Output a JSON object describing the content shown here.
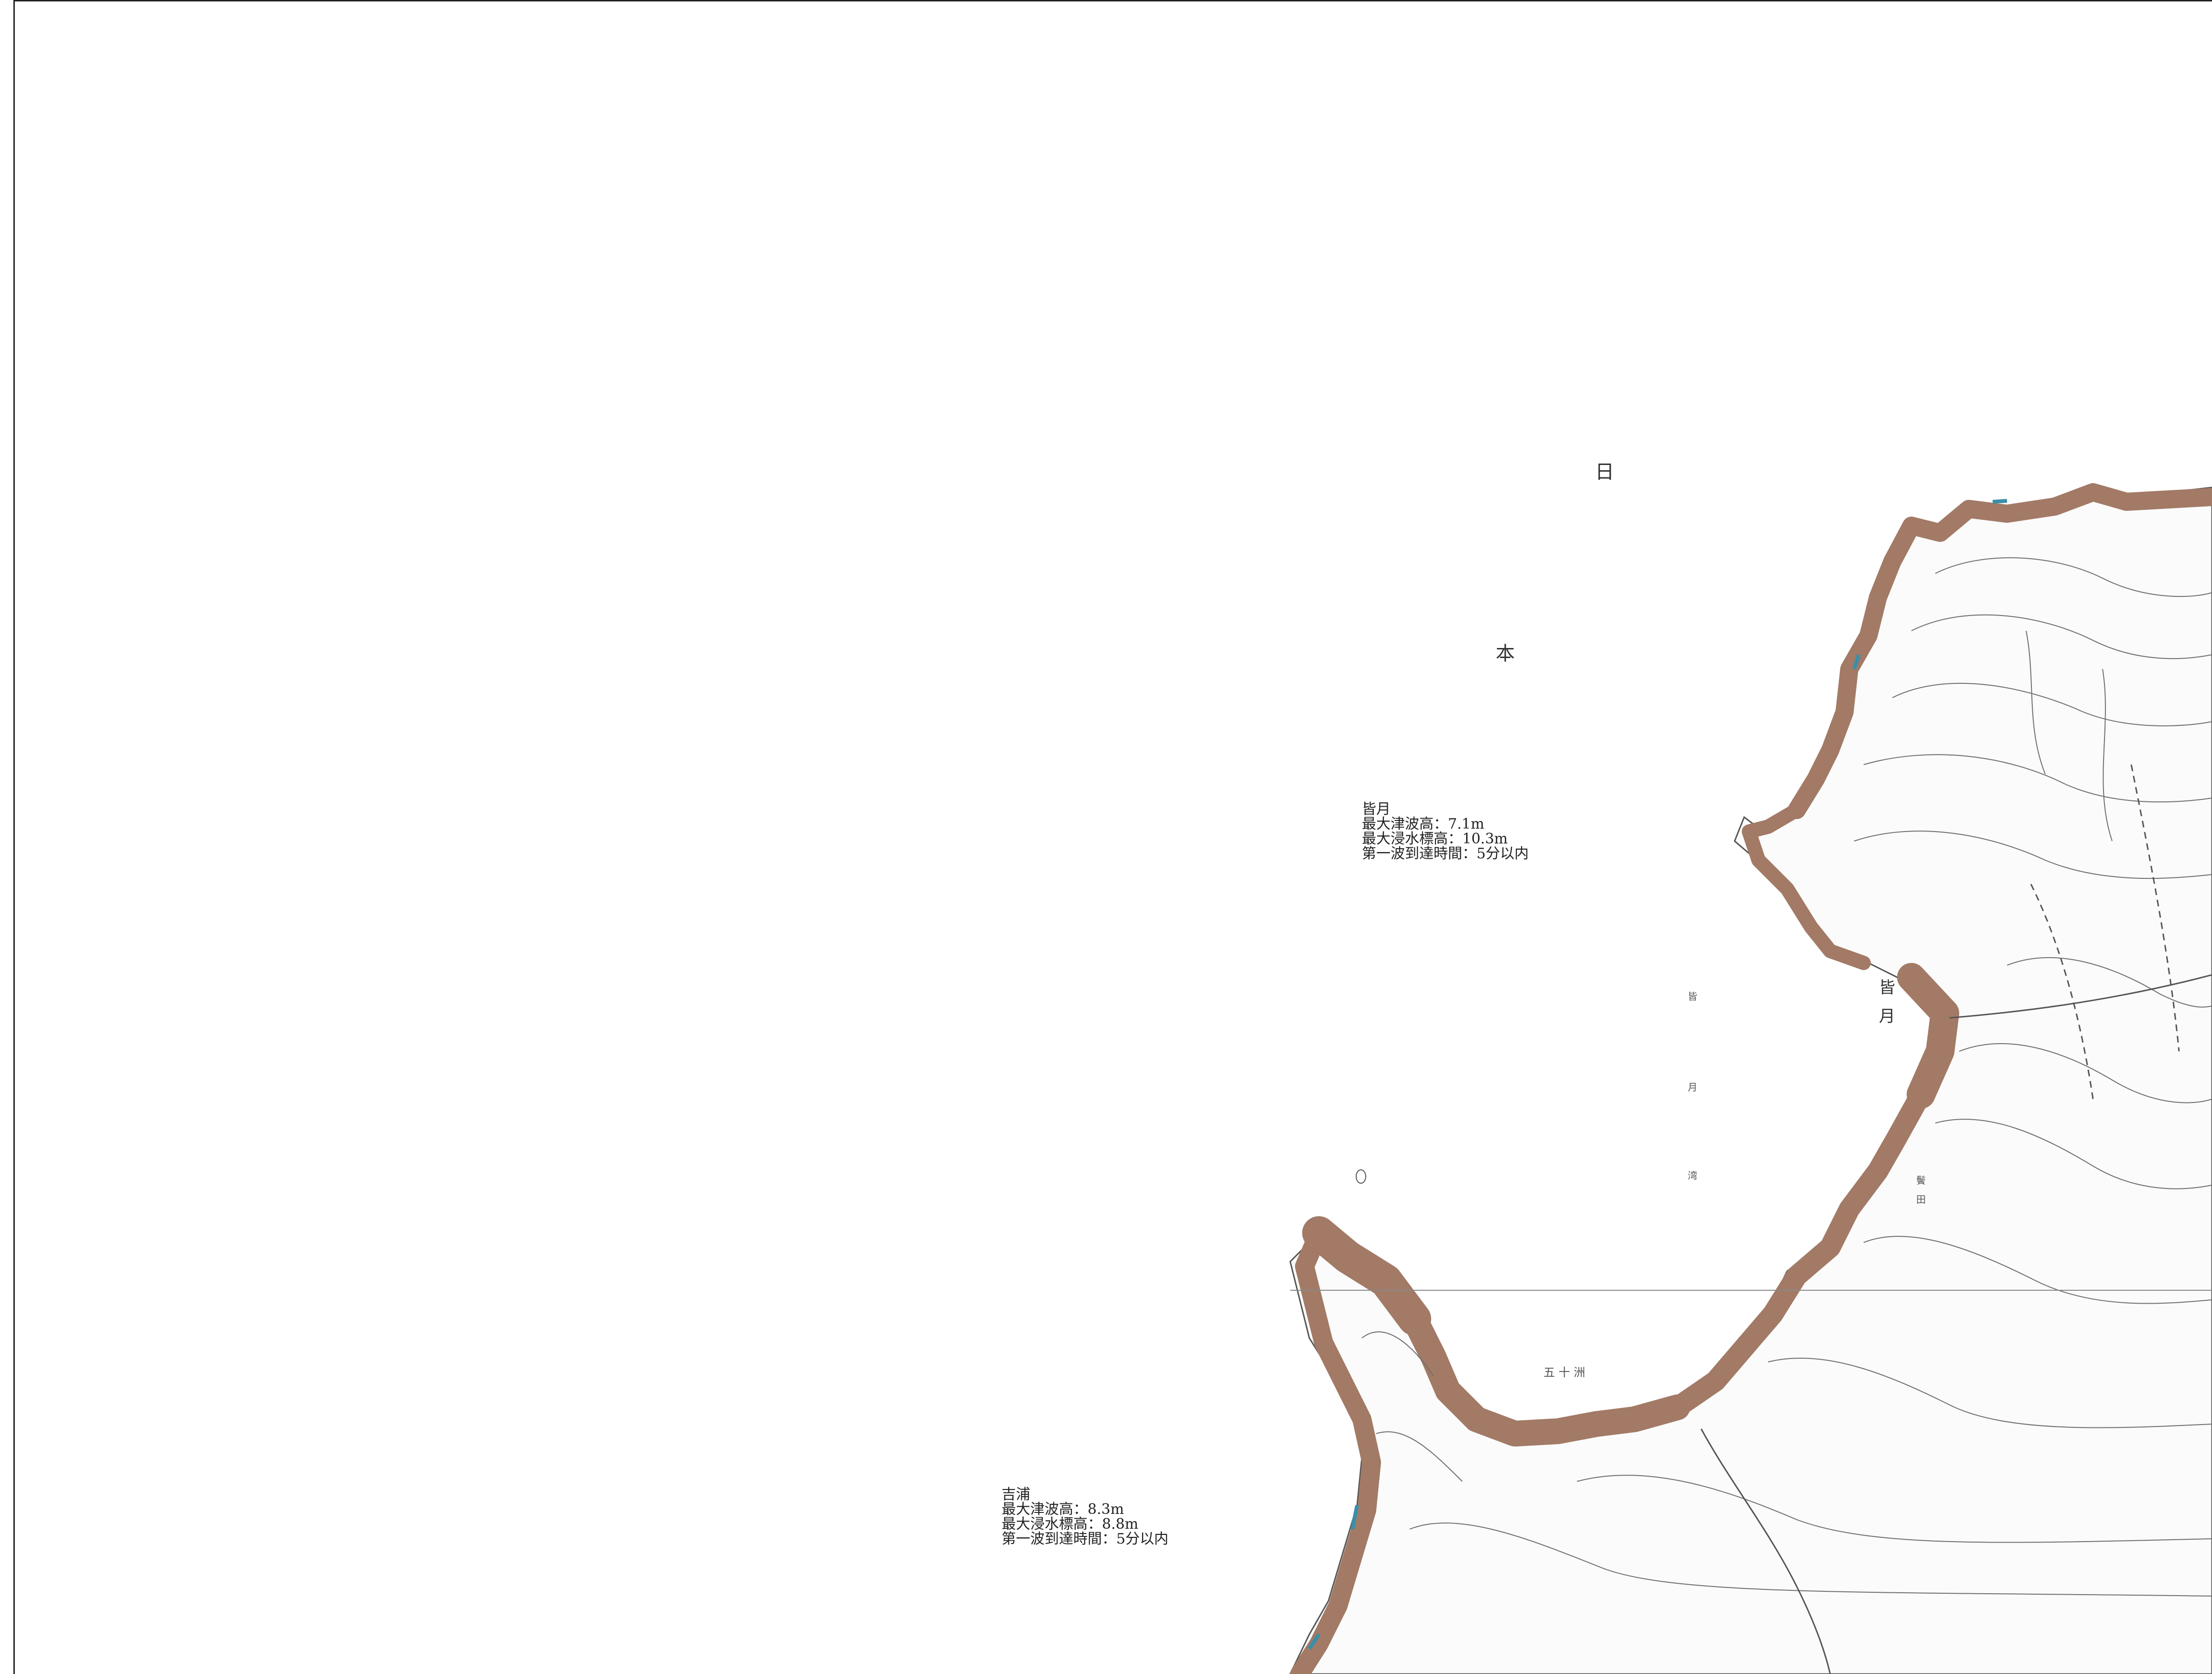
{
  "sea": {
    "chars": [
      "日",
      "本"
    ]
  },
  "places": {
    "minazuki_vertical": [
      "皆",
      "月"
    ],
    "minazuki_bay_vertical": [
      "皆",
      "月",
      "湾"
    ],
    "isoshima": "五 十 洲",
    "shizuta": [
      "鬢",
      "田"
    ]
  },
  "info_minazuki": {
    "name": "皆月",
    "max_tsunami": "最大津波高：7.1m",
    "max_inundation": "最大浸水標高：10.3m",
    "first_wave": "第一波到達時間：5分以内"
  },
  "info_yoshiura": {
    "name": "吉浦",
    "max_tsunami": "最大津波高：8.3m",
    "max_inundation": "最大浸水標高：8.8m",
    "first_wave": "第一波到達時間：5分以内"
  },
  "colors": {
    "inundation": "#a27a66",
    "water": "#3a8fa8",
    "contour": "#6f6f6f",
    "frame": "#222222"
  }
}
